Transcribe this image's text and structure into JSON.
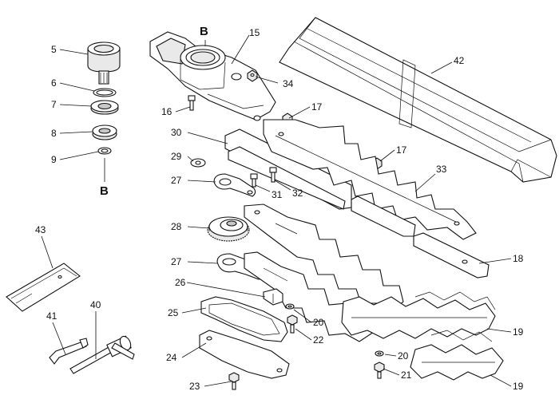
{
  "diagram": {
    "labels": {
      "p5": "5",
      "p6": "6",
      "p7": "7",
      "p8": "8",
      "p9": "9",
      "b_top": "B",
      "b_left": "B",
      "p15": "15",
      "p16": "16",
      "p17a": "17",
      "p17b": "17",
      "p18": "18",
      "p19a": "19",
      "p19b": "19",
      "p20a": "20",
      "p20b": "20",
      "p21": "21",
      "p22": "22",
      "p23": "23",
      "p24": "24",
      "p25": "25",
      "p26": "26",
      "p27a": "27",
      "p27b": "27",
      "p28": "28",
      "p29": "29",
      "p30": "30",
      "p31": "31",
      "p32": "32",
      "p33": "33",
      "p34": "34",
      "p40": "40",
      "p41": "41",
      "p42": "42",
      "p43": "43"
    }
  }
}
